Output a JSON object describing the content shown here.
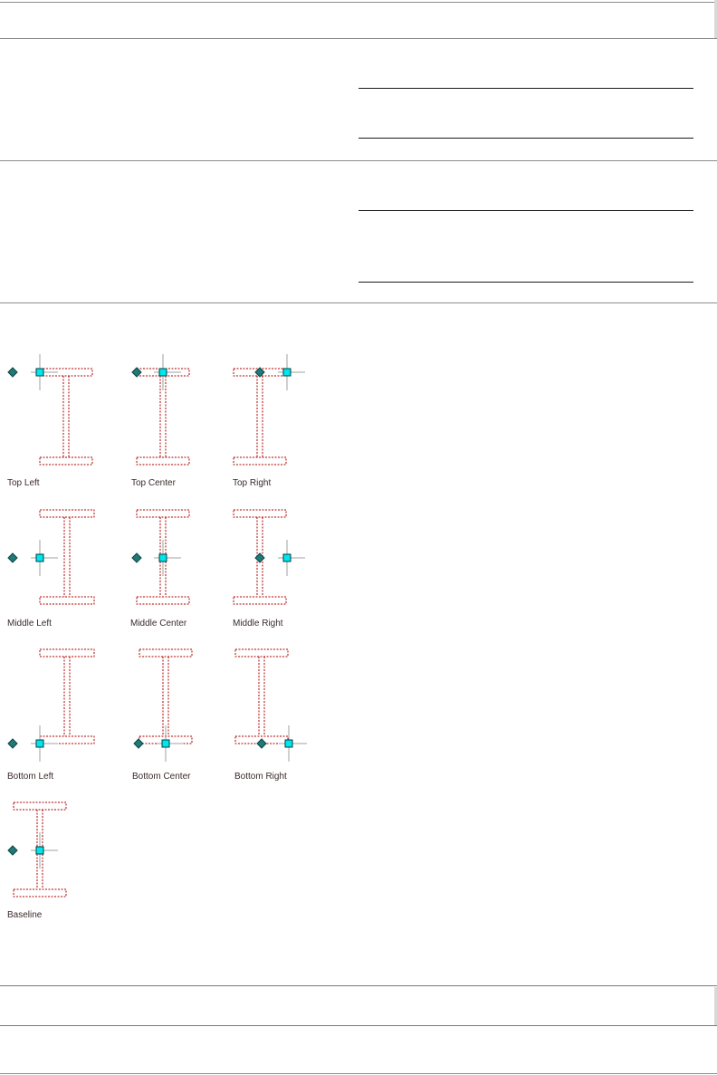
{
  "alignment_figure": {
    "cells": [
      {
        "label": "Top Left"
      },
      {
        "label": "Top Center"
      },
      {
        "label": "Top Right"
      },
      {
        "label": "Middle Left"
      },
      {
        "label": "Middle Center"
      },
      {
        "label": "Middle Right"
      },
      {
        "label": "Bottom Left"
      },
      {
        "label": "Bottom Center"
      },
      {
        "label": "Bottom Right"
      },
      {
        "label": "Baseline"
      }
    ]
  },
  "colors": {
    "outline": "#b00000",
    "insertion_point": "#00e5ee",
    "offset_marker": "#1f7a78",
    "crosshair": "#a0a0a0"
  }
}
